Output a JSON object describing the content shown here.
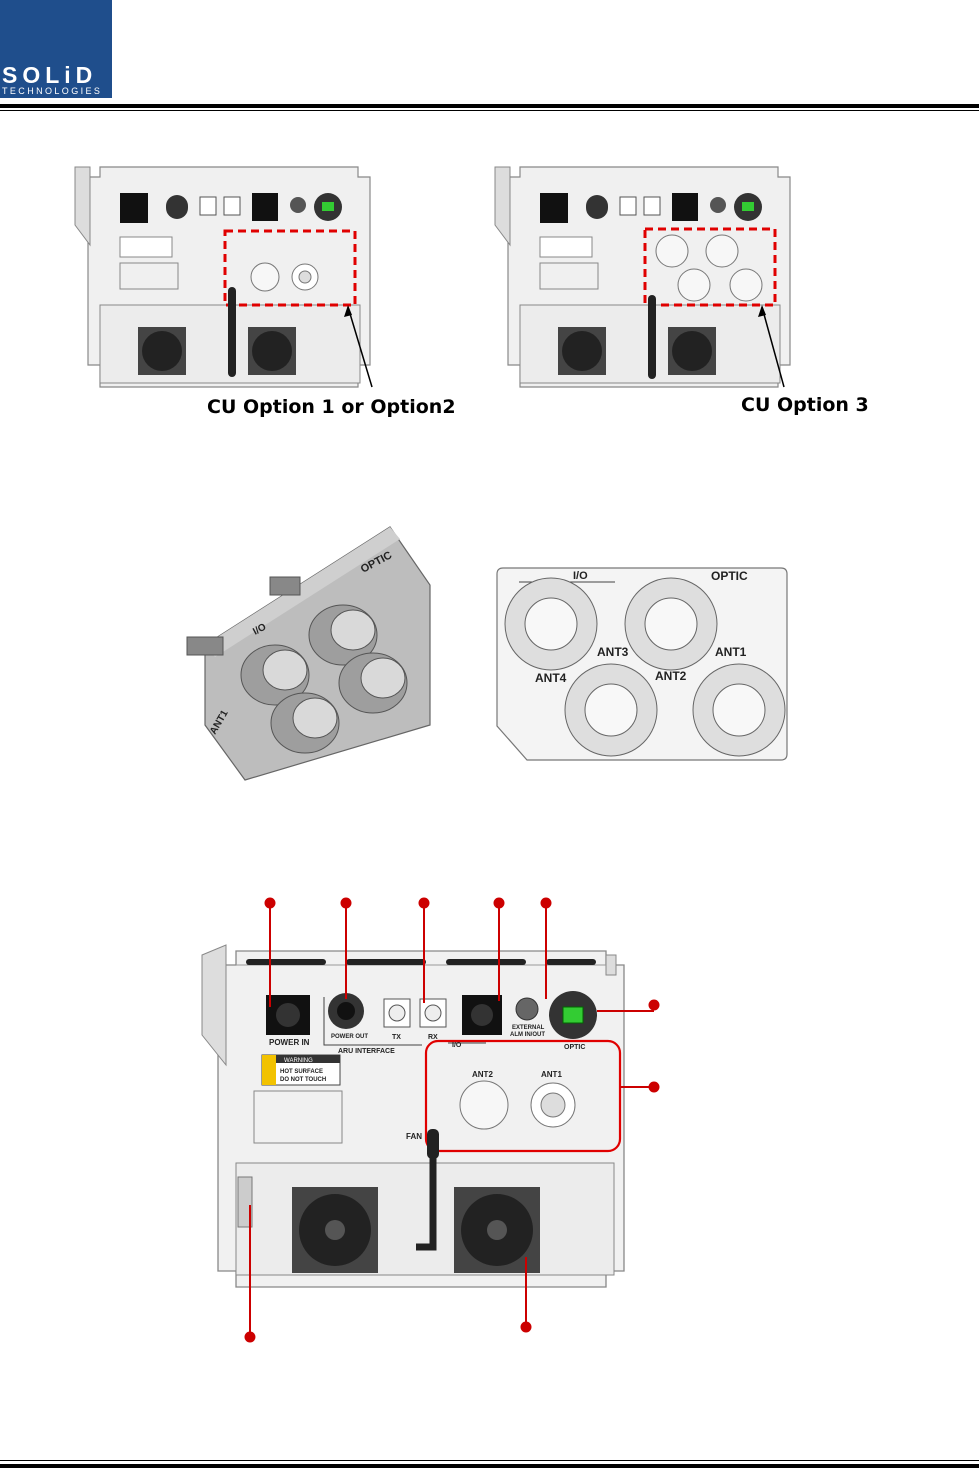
{
  "logo": {
    "brand": "SOLiD",
    "subtitle": "TECHNOLOGIES",
    "colors": {
      "brand_bg": "#1f4e8c",
      "text": "#ffffff"
    }
  },
  "figure1": {
    "left_caption": "CU Option 1 or Option2",
    "right_caption": "CU Option 3",
    "labels": {
      "power_in": "POWER IN",
      "power_out": "POWER OUT",
      "tx": "TX",
      "rx": "RX",
      "aru_interface": "ARU INTERFACE",
      "external_alm": "EXTERNAL ALM IN/OUT",
      "warning": "WARNING",
      "hot_surface": "HOT SURFACE",
      "do_not_touch": "DO NOT TOUCH",
      "ant1": "ANT1",
      "ant2": "ANT2",
      "ant3": "ANT3",
      "ant4": "ANT4",
      "fan": "FAN"
    }
  },
  "figure2": {
    "io": "I/O",
    "optic": "OPTIC",
    "ant1": "ANT1",
    "ant2": "ANT2",
    "ant3": "ANT3",
    "ant4": "ANT4",
    "iso_ant": "ANT1"
  },
  "figure3": {
    "power_in": "POWER IN",
    "power_out": "POWER OUT",
    "tx": "TX",
    "rx": "RX",
    "aru_interface": "ARU INTERFACE",
    "external_alm": "EXTERNAL",
    "external_alm2": "ALM IN/OUT",
    "io": "I/O",
    "optic": "OPTIC",
    "warning": "WARNING",
    "hot_surface": "HOT SURFACE",
    "do_not_touch": "DO NOT TOUCH",
    "ant1": "ANT1",
    "ant2": "ANT2",
    "fan": "FAN"
  },
  "colors": {
    "highlight": "#e00000",
    "callout": "#cc0000"
  }
}
